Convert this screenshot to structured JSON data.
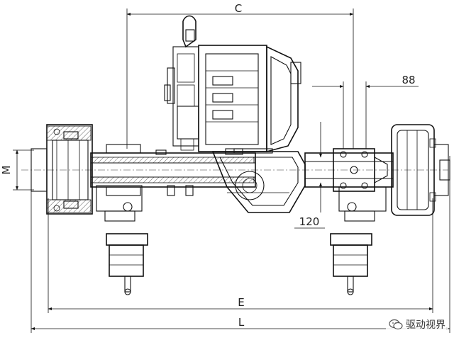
{
  "dimensions": {
    "c": "C",
    "e": "E",
    "l": "L",
    "m": "M",
    "offset_88": "88",
    "offset_120": "120"
  },
  "watermark": {
    "text": "驱动视界",
    "icon": "wechat-icon"
  },
  "colors": {
    "line": "#111111",
    "accent": "#3b7fd6"
  }
}
